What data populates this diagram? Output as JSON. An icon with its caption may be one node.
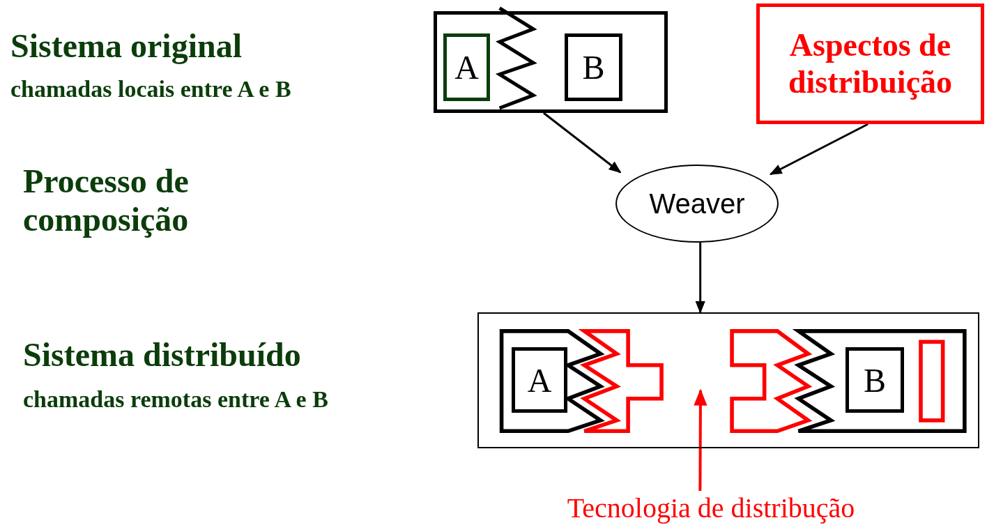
{
  "diagram": {
    "nodes": [
      {
        "text": [],
        "shape": "box"
      },
      {
        "text": [
          "A"
        ],
        "in": 0
      },
      {
        "text": [
          "B"
        ],
        "in": 0
      },
      {
        "text": [
          "Aspectos de distribuição"
        ]
      },
      {
        "text": [
          "Weaver"
        ]
      },
      {
        "text": [],
        "shape": "box"
      },
      {
        "text": [
          "A"
        ],
        "in": 5
      },
      {
        "text": [
          "B"
        ],
        "in": 5
      },
      {
        "text": [
          "Tecnologia de distribução"
        ]
      }
    ],
    "edges": [
      {
        "from": 0,
        "to": 4,
        "arrow": "to"
      },
      {
        "from": 3,
        "to": 4,
        "arrow": "to"
      },
      {
        "from": 4,
        "to": 5,
        "arrow": "to"
      },
      {
        "from": 8,
        "to": null,
        "arrow": "to",
        "color": "#ff0000"
      }
    ],
    "labels": [
      "Sistema original",
      "chamadas locais entre A e B",
      "Processo de composição",
      "Sistema distribuído",
      "chamadas remotas entre A e B"
    ]
  }
}
